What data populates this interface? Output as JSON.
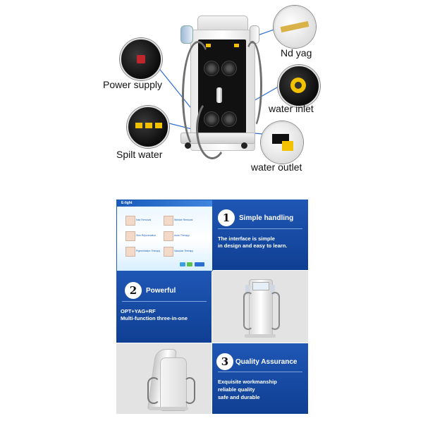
{
  "diagram": {
    "labels": {
      "nd_yag": "Nd yag",
      "power_supply": "Power supply",
      "water_inlet": "water inlet",
      "spilt_water": "Spilt water",
      "water_outlet": "water outlet"
    }
  },
  "features": [
    {
      "number": "1",
      "title": "Simple handling",
      "desc_line1": "The interface is simple",
      "desc_line2": "in design and easy to learn."
    },
    {
      "number": "2",
      "title": "Powerful",
      "desc_line1": "OPT+YAG+RF",
      "desc_line2": "Multi-function three-in-one"
    },
    {
      "number": "3",
      "title": "Quality Assurance",
      "desc_line1": "Exquisite workmanship",
      "desc_line2": "reliable quality",
      "desc_line3": "safe and durable"
    }
  ],
  "screen": {
    "logo": "E-light",
    "items": [
      "Hair Removal",
      "Wrinkle Removal",
      "Skin Rejuvenation",
      "Acne Therapy",
      "Pigmentation Therapy",
      "Vascular Therapy"
    ]
  },
  "colors": {
    "panel_blue": "#1a4fa8",
    "panel_gray": "#e3e3e3",
    "line_blue": "#2b6bd1"
  }
}
